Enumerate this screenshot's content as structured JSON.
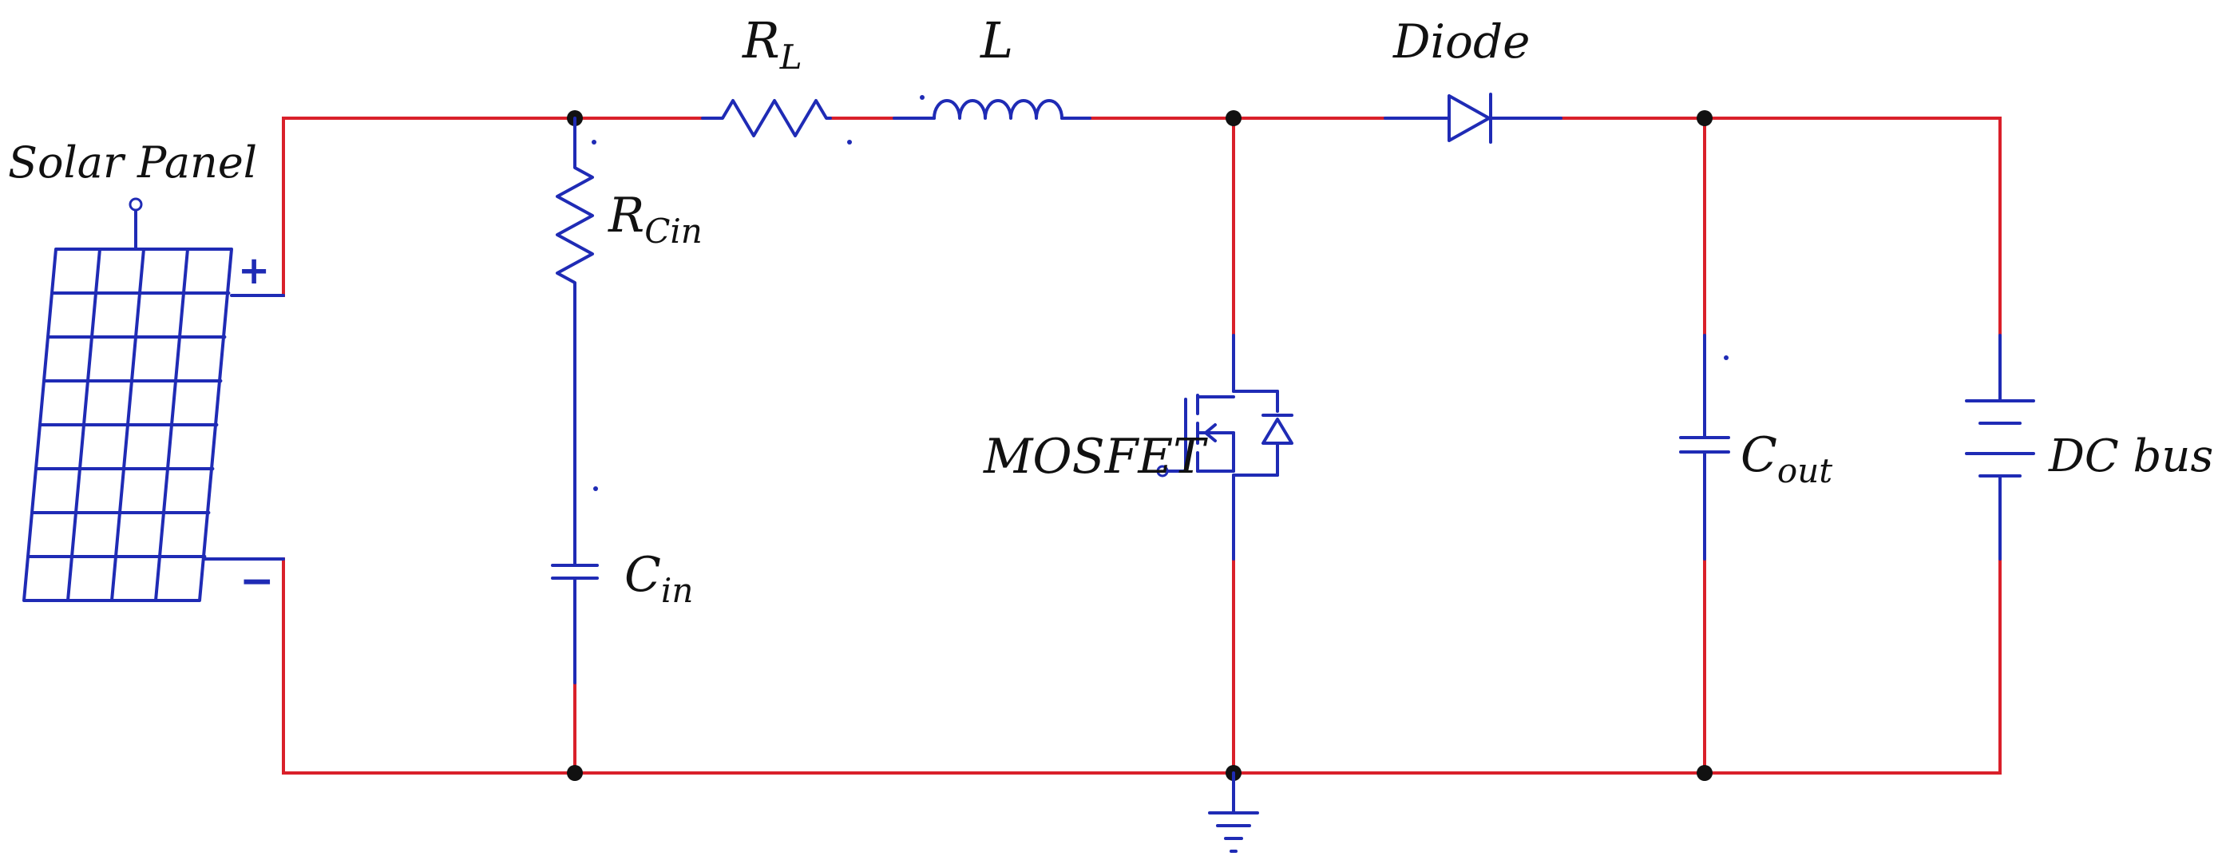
{
  "labels": {
    "solar_panel": "Solar Panel",
    "r_l_main": "R",
    "r_l_sub": "L",
    "l": "L",
    "diode": "Diode",
    "r_cin_main": "R",
    "r_cin_sub": "Cin",
    "c_in_main": "C",
    "c_in_sub": "in",
    "mosfet": "MOSFET",
    "c_out_main": "C",
    "c_out_sub": "out",
    "dc_bus": "DC bus",
    "plus": "+",
    "minus": "−"
  },
  "colors": {
    "wire": "#d9202a",
    "component": "#1f2bb5",
    "node": "#111111",
    "text": "#111111"
  }
}
